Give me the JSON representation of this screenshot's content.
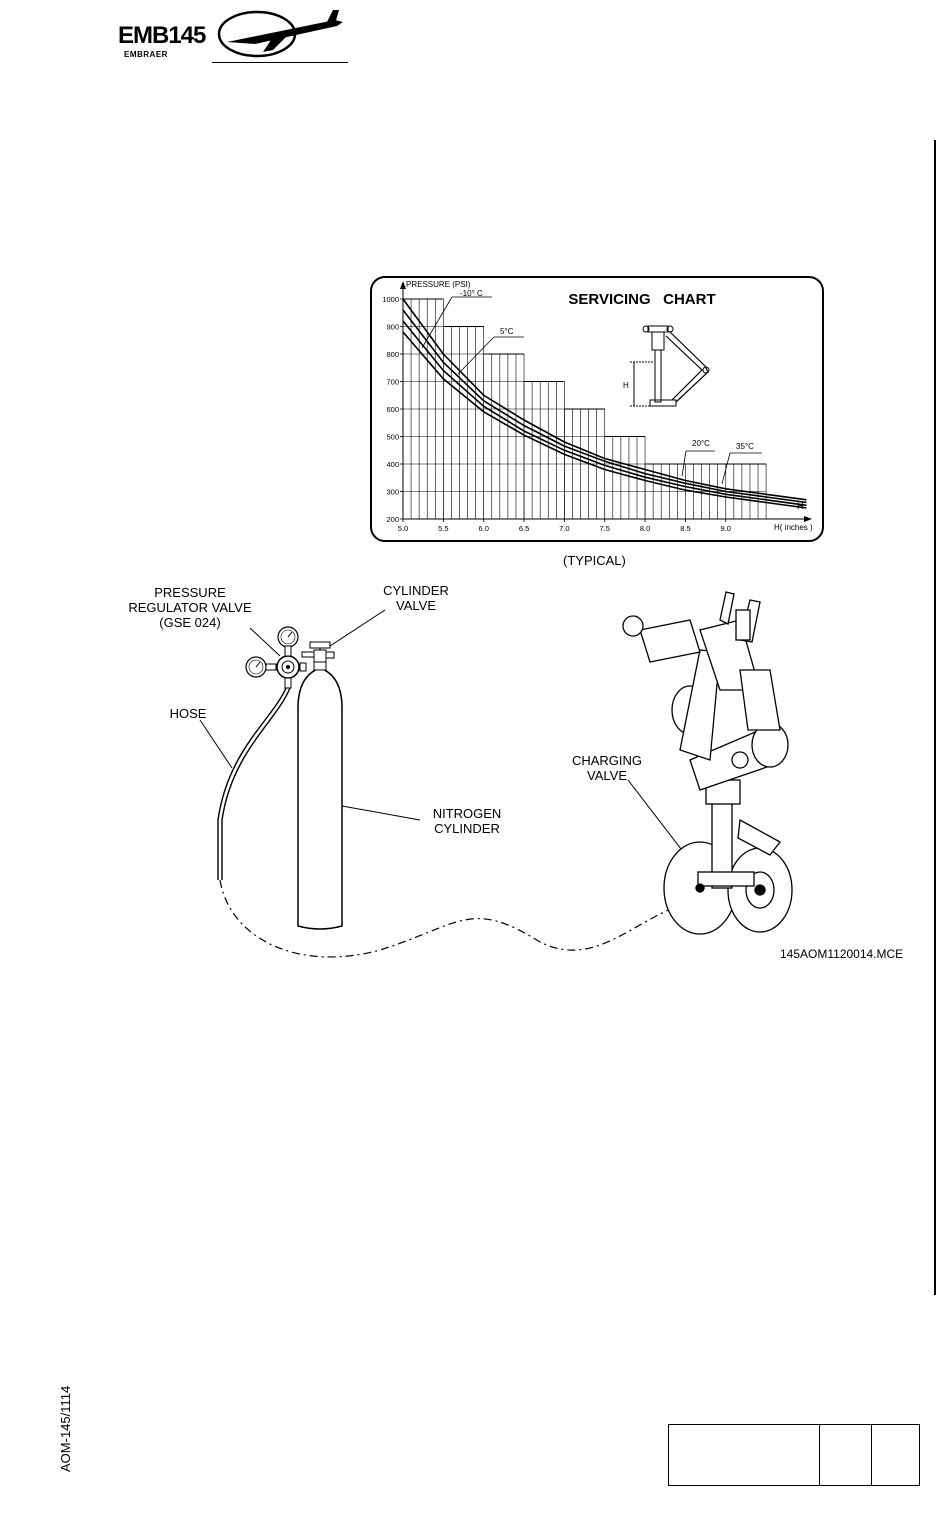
{
  "header": {
    "logo_main": "EMB145",
    "logo_sub": "EMBRAER"
  },
  "servicing_chart": {
    "title": "SERVICING   CHART",
    "y_axis_label": "PRESSURE (PSI)",
    "x_axis_label": "H( inches )",
    "dimension_label": "H",
    "curve_end_label": "H",
    "temperatures": [
      "-10° C",
      "5°C",
      "20°C",
      "35°C"
    ],
    "caption": "(TYPICAL)"
  },
  "chart_data": {
    "type": "line",
    "title": "SERVICING CHART",
    "xlabel": "H( inches )",
    "ylabel": "PRESSURE (PSI)",
    "xlim": [
      5.0,
      10.0
    ],
    "ylim": [
      200,
      1000
    ],
    "x_ticks": [
      "5.0",
      "5.5",
      "6.0",
      "6.5",
      "7.0",
      "7.5",
      "8.0",
      "8.5",
      "9.0"
    ],
    "y_ticks": [
      "200",
      "300",
      "400",
      "500",
      "600",
      "700",
      "800",
      "900",
      "1000"
    ],
    "grid": true,
    "series": [
      {
        "name": "-10° C",
        "x": [
          5.0,
          5.5,
          6.0,
          6.5,
          7.0,
          7.5,
          8.0,
          8.5,
          9.0,
          9.5,
          10.0
        ],
        "y": [
          1000,
          800,
          650,
          560,
          480,
          420,
          380,
          340,
          310,
          290,
          270
        ]
      },
      {
        "name": "5°C",
        "x": [
          5.0,
          5.5,
          6.0,
          6.5,
          7.0,
          7.5,
          8.0,
          8.5,
          9.0,
          9.5,
          10.0
        ],
        "y": [
          960,
          770,
          630,
          540,
          465,
          410,
          365,
          330,
          300,
          280,
          260
        ]
      },
      {
        "name": "20°C",
        "x": [
          5.0,
          5.5,
          6.0,
          6.5,
          7.0,
          7.5,
          8.0,
          8.5,
          9.0,
          9.5,
          10.0
        ],
        "y": [
          920,
          740,
          610,
          520,
          450,
          395,
          352,
          318,
          290,
          270,
          250
        ]
      },
      {
        "name": "35°C",
        "x": [
          5.0,
          5.5,
          6.0,
          6.5,
          7.0,
          7.5,
          8.0,
          8.5,
          9.0,
          9.5,
          10.0
        ],
        "y": [
          880,
          710,
          590,
          505,
          435,
          380,
          340,
          305,
          280,
          260,
          240
        ]
      }
    ],
    "max_pressure_steps": [
      {
        "x_from": 5.0,
        "x_to": 5.5,
        "y": 1000
      },
      {
        "x_from": 5.5,
        "x_to": 6.0,
        "y": 900
      },
      {
        "x_from": 6.0,
        "x_to": 6.5,
        "y": 800
      },
      {
        "x_from": 6.5,
        "x_to": 7.0,
        "y": 700
      },
      {
        "x_from": 7.0,
        "x_to": 7.5,
        "y": 600
      },
      {
        "x_from": 7.5,
        "x_to": 8.0,
        "y": 500
      },
      {
        "x_from": 8.0,
        "x_to": 9.5,
        "y": 400
      }
    ]
  },
  "illustration": {
    "pressure_regulator_label": "PRESSURE\nREGULATOR VALVE\n(GSE 024)",
    "cylinder_valve_label": "CYLINDER\nVALVE",
    "hose_label": "HOSE",
    "nitrogen_cylinder_label": "NITROGEN\nCYLINDER",
    "charging_valve_label": "CHARGING\nVALVE",
    "figure_id": "145AOM1120014.MCE"
  },
  "footer": {
    "doc_code": "AOM-145/1114"
  }
}
